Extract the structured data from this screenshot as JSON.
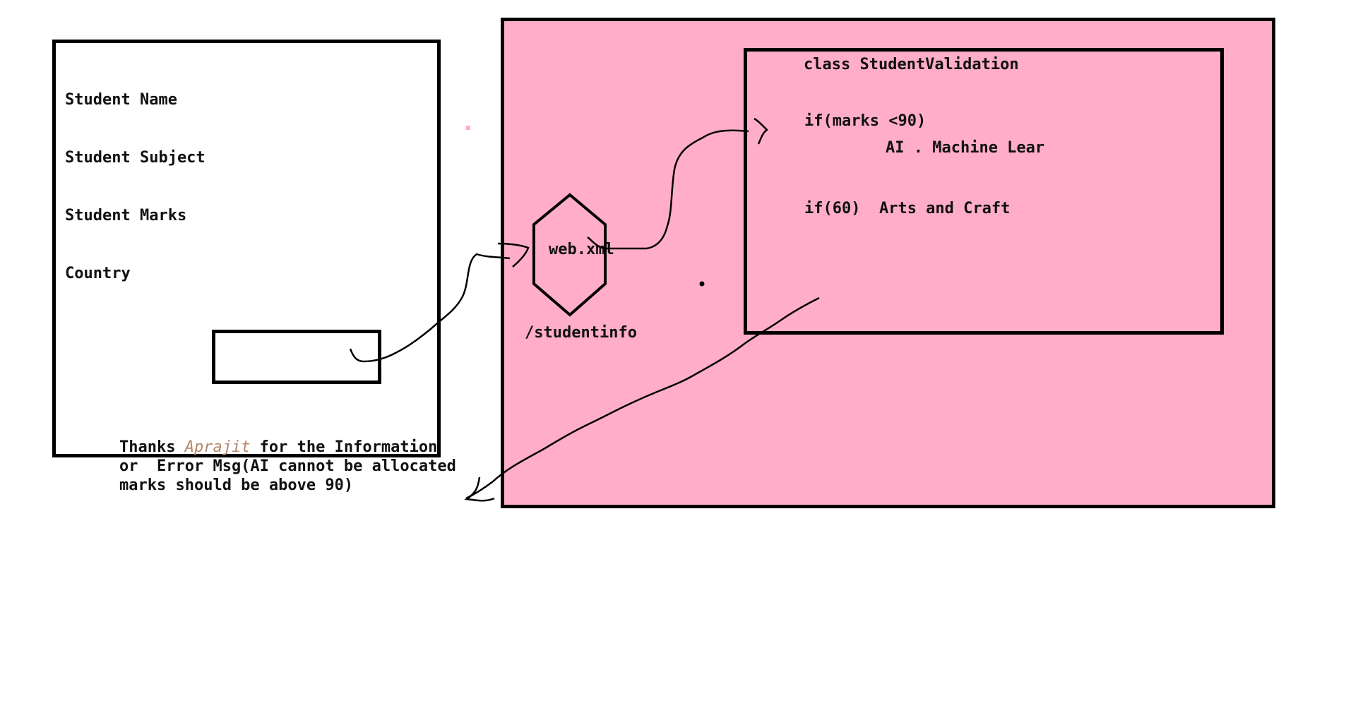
{
  "colors": {
    "server_fill": "#ffadc8",
    "stroke": "#000000",
    "highlight_name": "#b5866a"
  },
  "form": {
    "fields": [
      "Student Name",
      "Student Subject",
      "Student Marks",
      "Country"
    ],
    "submit_button_label": ""
  },
  "server": {
    "config_file": "web.xml",
    "url_pattern": "/studentinfo",
    "validation_class": {
      "title": "class StudentValidation",
      "rule1_condition": "if(marks <90)",
      "rule1_result": "AI . Machine Lear",
      "rule2": "if(60)  Arts and Craft"
    }
  },
  "response": {
    "thanks_prefix": "Thanks ",
    "thanks_name": "Aprajit",
    "thanks_suffix": " for the Information",
    "error_line1": "or  Error Msg(AI cannot be allocated",
    "error_line2": "marks should be above 90)"
  }
}
